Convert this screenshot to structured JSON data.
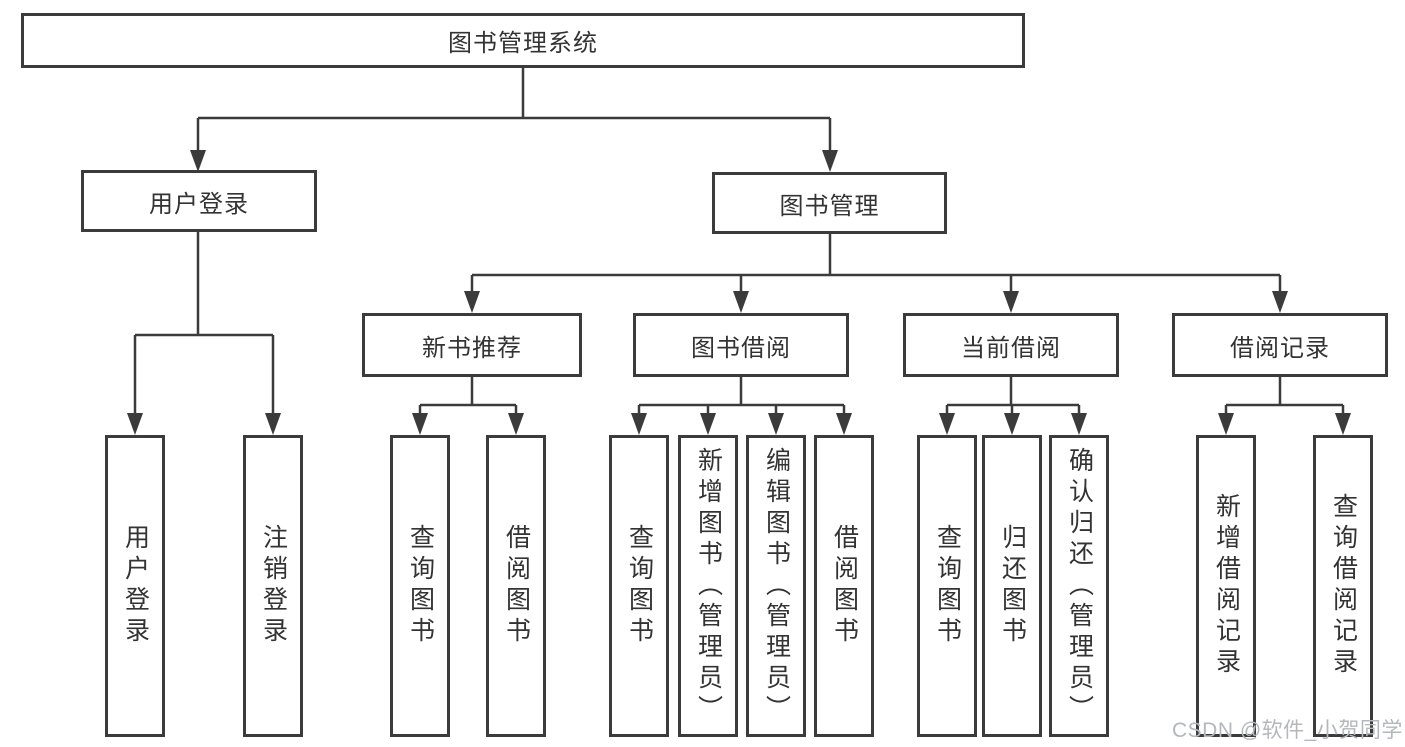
{
  "nodes": {
    "root": {
      "label": "图书管理系统",
      "children": [
        {
          "label": "用户登录",
          "children": [
            {
              "label": "用户登录"
            },
            {
              "label": "注销登录"
            }
          ]
        },
        {
          "label": "图书管理",
          "children": [
            {
              "label": "新书推荐",
              "children": [
                {
                  "label": "查询图书"
                },
                {
                  "label": "借阅图书"
                }
              ]
            },
            {
              "label": "图书借阅",
              "children": [
                {
                  "label": "查询图书"
                },
                {
                  "label": "新增图书（管理员）"
                },
                {
                  "label": "编辑图书（管理员）"
                },
                {
                  "label": "借阅图书"
                }
              ]
            },
            {
              "label": "当前借阅",
              "children": [
                {
                  "label": "查询图书"
                },
                {
                  "label": "归还图书"
                },
                {
                  "label": "确认归还（管理员）"
                }
              ]
            },
            {
              "label": "借阅记录",
              "children": [
                {
                  "label": "新增借阅记录"
                },
                {
                  "label": "查询借阅记录"
                }
              ]
            }
          ]
        }
      ]
    }
  },
  "watermark": "CSDN @软件_小贺同学",
  "colors": {
    "line": "#3b3b3b",
    "box_border": "#3b3b3b",
    "box_fill": "#ffffff",
    "text": "#333333",
    "watermark": "#b4b7bb",
    "background": "#ffffff"
  }
}
